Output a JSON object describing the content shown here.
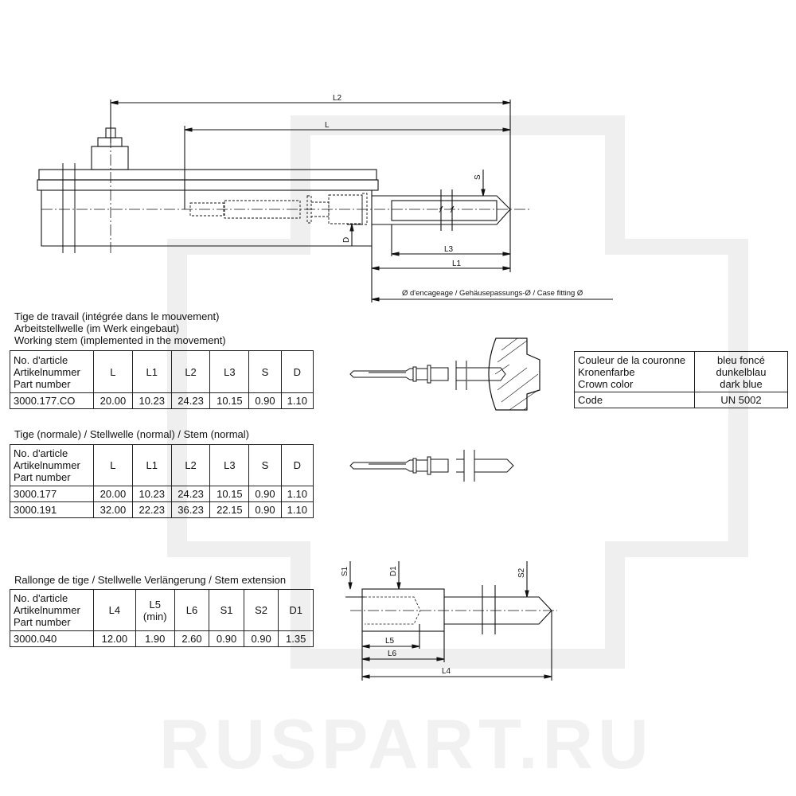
{
  "watermark": "RUSPART.RU",
  "drawing_labels": {
    "l2": "L2",
    "l": "L",
    "l1": "L1",
    "l3": "L3",
    "s": "S",
    "d": "D",
    "case_fitting": "Ø d'encageage / Gehäusepassungs-Ø / Case fitting Ø",
    "s1": "S1",
    "s2": "S2",
    "d1": "D1",
    "l4": "L4",
    "l5": "L5",
    "l6": "L6"
  },
  "working_stem": {
    "title": [
      "Tige de travail (intégrée dans le mouvement)",
      "Arbeitstellwelle (im Werk eingebaut)",
      "Working stem (implemented in the movement)"
    ],
    "header": [
      "No. d'article\nArtikelnummer\nPart number",
      "L",
      "L1",
      "L2",
      "L3",
      "S",
      "D"
    ],
    "rows": [
      [
        "3000.177.CO",
        "20.00",
        "10.23",
        "24.23",
        "10.15",
        "0.90",
        "1.10"
      ]
    ]
  },
  "normal_stem": {
    "title": "Tige (normale) / Stellwelle (normal) / Stem (normal)",
    "header": [
      "No. d'article\nArtikelnummer\nPart number",
      "L",
      "L1",
      "L2",
      "L3",
      "S",
      "D"
    ],
    "rows": [
      [
        "3000.177",
        "20.00",
        "10.23",
        "24.23",
        "10.15",
        "0.90",
        "1.10"
      ],
      [
        "3000.191",
        "32.00",
        "22.23",
        "36.23",
        "22.15",
        "0.90",
        "1.10"
      ]
    ]
  },
  "extension": {
    "title": "Rallonge de tige / Stellwelle Verlängerung / Stem extension",
    "header": [
      "No. d'article\nArtikelnummer\nPart number",
      "L4",
      "L5\n(min)",
      "L6",
      "S1",
      "S2",
      "D1"
    ],
    "rows": [
      [
        "3000.040",
        "12.00",
        "1.90",
        "2.60",
        "0.90",
        "0.90",
        "1.35"
      ]
    ]
  },
  "crown": {
    "label": "Couleur de la couronne\nKronenfarbe\nCrown color",
    "value": "bleu foncé\ndunkelblau\ndark blue",
    "code_label": "Code",
    "code_value": "UN 5002"
  }
}
